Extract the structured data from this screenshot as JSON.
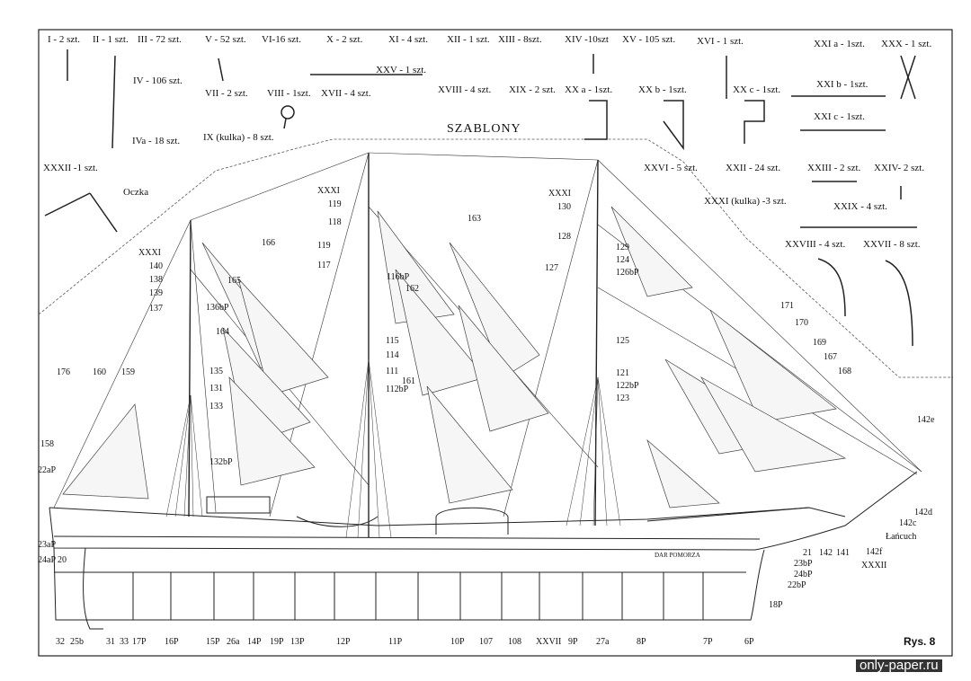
{
  "title": "SZABLONY",
  "figure_label": "Rys. 8",
  "watermark": "only-paper.ru",
  "ship_name": "DAR POMORZA",
  "template_labels": [
    "I - 2 szt.",
    "II - 1 szt.",
    "III - 72 szt.",
    "V - 52 szt.",
    "VI-16 szt.",
    "X - 2 szt.",
    "XI - 4 szt.",
    "XII - 1 szt.",
    "XIII - 8szt.",
    "XIV -10szt",
    "XV - 105 szt.",
    "XVI - 1 szt.",
    "XXI a - 1szt.",
    "XXX - 1 szt.",
    "XXV - 1 szt.",
    "IV - 106 szt.",
    "VII - 2 szt.",
    "VIII - 1szt.",
    "XVII - 4 szt.",
    "XVIII - 4 szt.",
    "XIX - 2 szt.",
    "XX a - 1szt.",
    "XX b - 1szt.",
    "XX c - 1szt.",
    "XXI b - 1szt.",
    "XXI c - 1szt.",
    "IVa - 18 szt.",
    "IX (kulka) - 8 szt.",
    "XXXII -1 szt.",
    "Oczka",
    "XXVI - 5 szt.",
    "XXII - 24 szt.",
    "XXIII - 2 szt.",
    "XXIV- 2 szt.",
    "XXXI (kulka) -3 szt.",
    "XXIX - 4 szt.",
    "XXVIII - 4 szt.",
    "XXVII - 8 szt."
  ],
  "part_labels": [
    "XXXI",
    "119",
    "118",
    "XXXI",
    "130",
    "128",
    "163",
    "166",
    "XXXI",
    "140",
    "138",
    "139",
    "137",
    "119",
    "117",
    "116bP",
    "162",
    "127",
    "129",
    "124",
    "126bP",
    "165",
    "136bP",
    "164",
    "115",
    "114",
    "111",
    "112bP",
    "161",
    "125",
    "171",
    "170",
    "169",
    "167",
    "168",
    "121",
    "122bP",
    "123",
    "176",
    "160",
    "159",
    "135",
    "131",
    "133",
    "158",
    "22aP",
    "132bP",
    "142e",
    "142d",
    "142c",
    "Łańcuch",
    "142f",
    "141",
    "142",
    "21",
    "23bP",
    "24bP",
    "22bP",
    "XXXII",
    "23aP",
    "24aP",
    "20",
    "18P",
    "32",
    "25b",
    "31",
    "33",
    "17P",
    "16P",
    "15P",
    "26a",
    "14P",
    "19P",
    "13P",
    "12P",
    "11P",
    "10P",
    "107",
    "108",
    "XXVII",
    "9P",
    "27a",
    "8P",
    "7P",
    "6P"
  ]
}
